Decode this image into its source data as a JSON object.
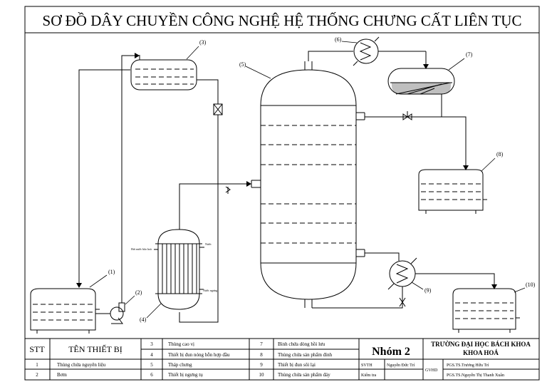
{
  "title": "SƠ ĐỒ DÂY CHUYỀN CÔNG NGHỆ HỆ THỐNG CHƯNG CẤT LIÊN TỤC",
  "labels": {
    "n1": "(1)",
    "n2": "(2)",
    "n3": "(3)",
    "n4": "(4)",
    "n5": "(5)",
    "n6": "(6)",
    "n7": "(7)",
    "n8": "(8)",
    "n9": "(9)",
    "n10": "(10)"
  },
  "side_labels": {
    "steam_in": "Hơi nước bão hoà",
    "steam_out": "Nước",
    "condensate": "Nước ngưng"
  },
  "table": {
    "stt_header": "STT",
    "name_header": "TÊN THIẾT BỊ",
    "rows": [
      {
        "n": "1",
        "name": "Thùng chứa nguyên liệu"
      },
      {
        "n": "2",
        "name": "Bơm"
      },
      {
        "n": "3",
        "name": "Thùng cao vị"
      },
      {
        "n": "4",
        "name": "Thiết bị đun nóng hỗn hợp đầu"
      },
      {
        "n": "5",
        "name": "Tháp chưng"
      },
      {
        "n": "6",
        "name": "Thiết bị ngưng tụ"
      },
      {
        "n": "7",
        "name": "Bình chứa dòng hồi lưu"
      },
      {
        "n": "8",
        "name": "Thùng chứa sản phẩm đỉnh"
      },
      {
        "n": "9",
        "name": "Thiết bị đun sôi lại"
      },
      {
        "n": "10",
        "name": "Thùng chứa sản phẩm đáy"
      }
    ],
    "group": "Nhóm 2",
    "school_line1": "TRƯỜNG ĐẠI HỌC BÁCH KHOA",
    "school_line2": "KHOA HOÁ",
    "svth_label": "SVTH",
    "svth_name": "Nguyễn Đức Trí",
    "kiemtra_label": "Kiểm tra",
    "gvhd_label": "GVHD",
    "gvhd1": "PGS.TS.Trương Hữu Trì",
    "gvhd2": "PGS.TS.Nguyễn Thị Thanh Xuân"
  }
}
